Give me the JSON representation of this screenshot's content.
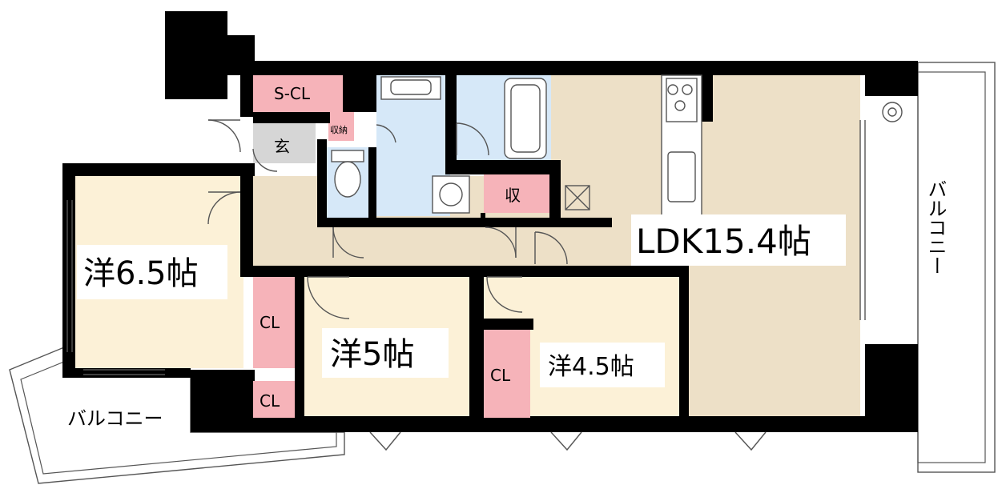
{
  "rooms": {
    "western_6_5": "洋6.5帖",
    "western_5": "洋5帖",
    "western_4_5": "洋4.5帖",
    "ldk": "LDK15.4帖",
    "entrance": "玄",
    "shoe_closet": "S-CL",
    "storage": "収",
    "storage_small": "収納",
    "closet_1": "CL",
    "closet_2": "CL",
    "closet_3": "CL"
  },
  "balconies": {
    "left": "バルコニー",
    "right": "バルコニー"
  },
  "colors": {
    "wall": "#000000",
    "western_room_floor": "#fcf1d7",
    "ldk_floor": "#ede0c7",
    "corridor_floor": "#ede0c7",
    "wet_area": "#d6e8f8",
    "closet": "#f6b3b9",
    "entrance_floor": "#d6d6d6",
    "label_background": "#ffffff"
  }
}
